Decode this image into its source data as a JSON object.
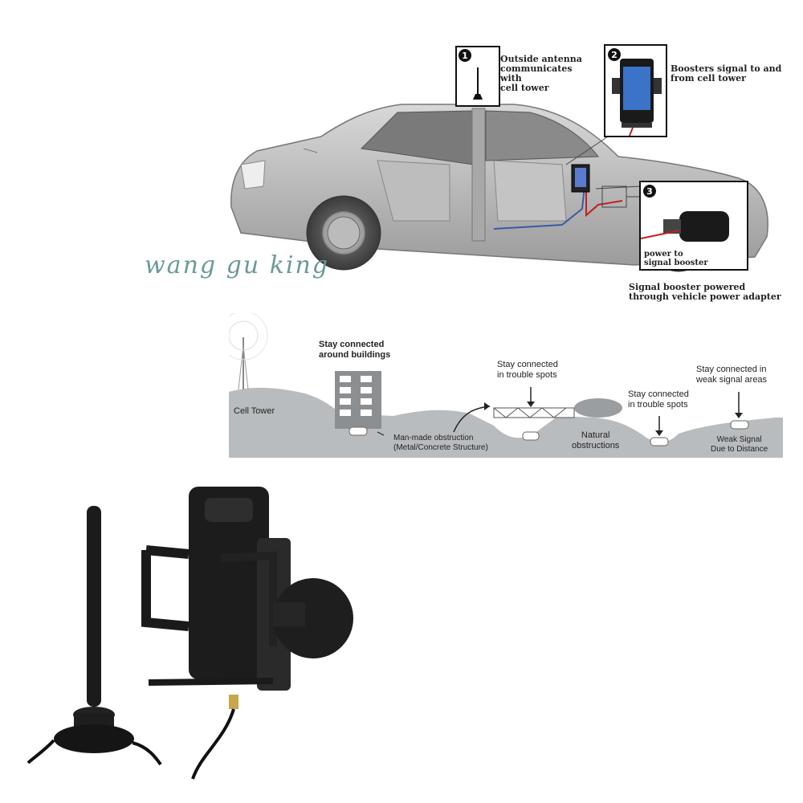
{
  "diagram": {
    "callouts": [
      {
        "number": "1",
        "text": "Outside antenna\ncommunicates with\ncell tower"
      },
      {
        "number": "2",
        "text": "Boosters signal to and\nfrom cell tower"
      },
      {
        "number": "3",
        "text": "power to\nsignal booster"
      }
    ],
    "adapter_caption": "Signal booster powered\nthrough vehicle power adapter",
    "watermark": "wang gu king"
  },
  "coverage_map": {
    "cell_tower": "Cell Tower",
    "buildings": "Stay connected\naround buildings",
    "man_made": "Man-made obstruction\n(Metal/Concrete Structure)",
    "trouble_spots_1": "Stay connected\nin trouble spots",
    "natural": "Natural\nobstructions",
    "trouble_spots_2": "Stay connected\nin trouble spots",
    "weak_areas": "Stay connected in\nweak signal areas",
    "weak_signal": "Weak Signal\nDue to Distance"
  },
  "product": {
    "items": [
      "magnetic-antenna",
      "phone-cradle-booster"
    ]
  }
}
